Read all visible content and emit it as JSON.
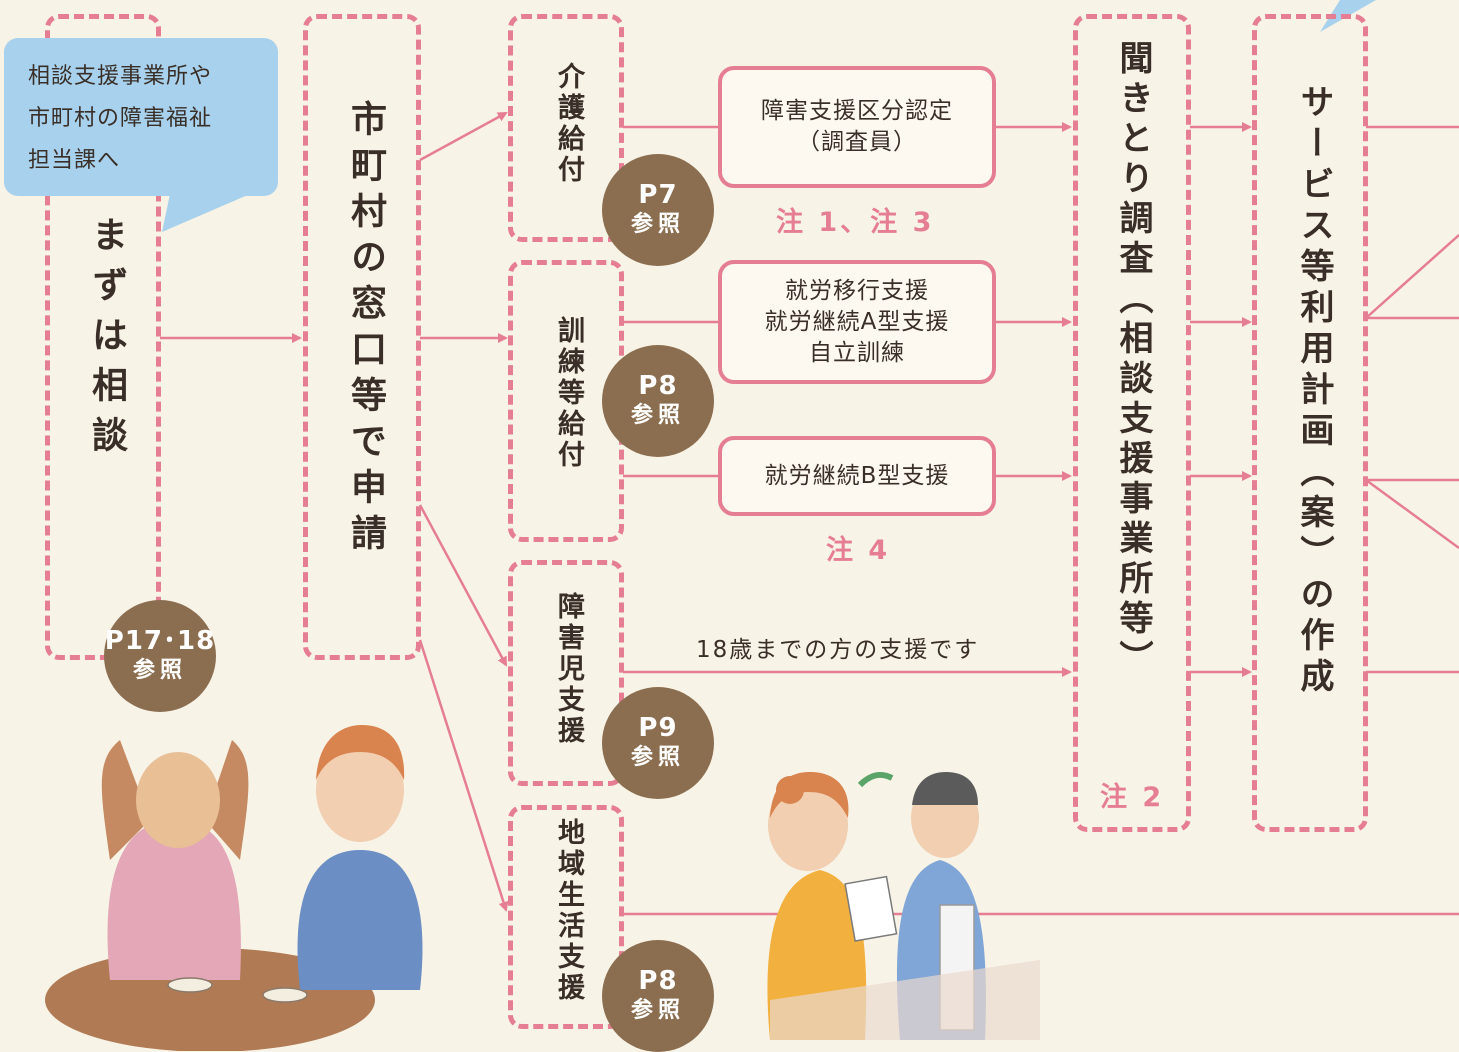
{
  "bubble": {
    "line1": "相談支援事業所や",
    "line2": "市町村の障害福祉",
    "line3": "担当課へ"
  },
  "steps": {
    "consult": "まずは相談",
    "apply": "市町村の窓口等で申請",
    "interview": "聞きとり調査（相談支援事業所等）",
    "plan": "サービス等利用計画（案）の作成"
  },
  "categories": {
    "care": "介護給付",
    "training": "訓練等給付",
    "child": "障害児支援",
    "community": "地域生活支援"
  },
  "services": {
    "care_box": [
      "障害支援区分認定",
      "（調査員）"
    ],
    "training_box1": [
      "就労移行支援",
      "就労継続A型支援",
      "自立訓練"
    ],
    "training_box2": [
      "就労継続B型支援"
    ],
    "child_text": "18歳までの方の支援です"
  },
  "notes": {
    "note13": "注 1、注 3",
    "note4": "注 4",
    "note2": "注 2"
  },
  "badges": {
    "consult": {
      "page": "P17･18",
      "ref": "参照"
    },
    "care": {
      "page": "P7",
      "ref": "参照"
    },
    "training": {
      "page": "P8",
      "ref": "参照"
    },
    "child": {
      "page": "P9",
      "ref": "参照"
    },
    "community": {
      "page": "P8",
      "ref": "参照"
    }
  },
  "colors": {
    "accent_pink": "#e57d93",
    "badge_brown": "#8b6e4f",
    "bubble_blue": "#a7d1ec",
    "background": "#f8f3e7"
  }
}
